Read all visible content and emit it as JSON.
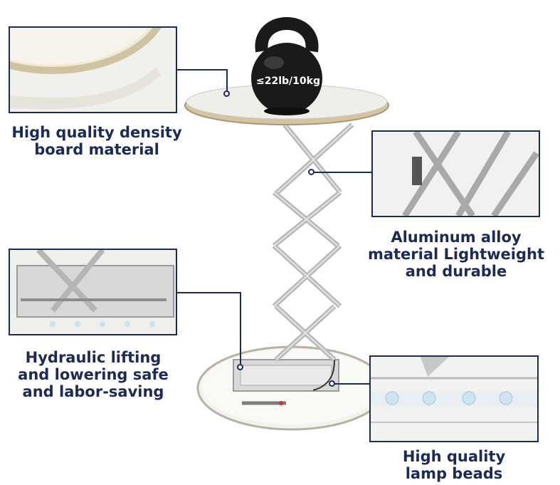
{
  "kettlebell": {
    "weight_label": "≤22lb/10kg"
  },
  "callouts": {
    "board": {
      "title_line1": "High quality density",
      "title_line2": "board material"
    },
    "aluminum": {
      "title_line1": "Aluminum alloy",
      "title_line2": "material Lightweight",
      "title_line3": "and durable"
    },
    "hydraulic": {
      "title_line1": "Hydraulic lifting",
      "title_line2": "and lowering safe",
      "title_line3": "and labor-saving"
    },
    "lamp": {
      "title_line1": "High quality",
      "title_line2": "lamp beads"
    }
  },
  "colors": {
    "navy": "#1b2a57",
    "frame_border": "#1f2c52",
    "kettlebell": "#1a1a1a",
    "table_top": "#efefe9",
    "aluminum": "#c9c9c9"
  }
}
